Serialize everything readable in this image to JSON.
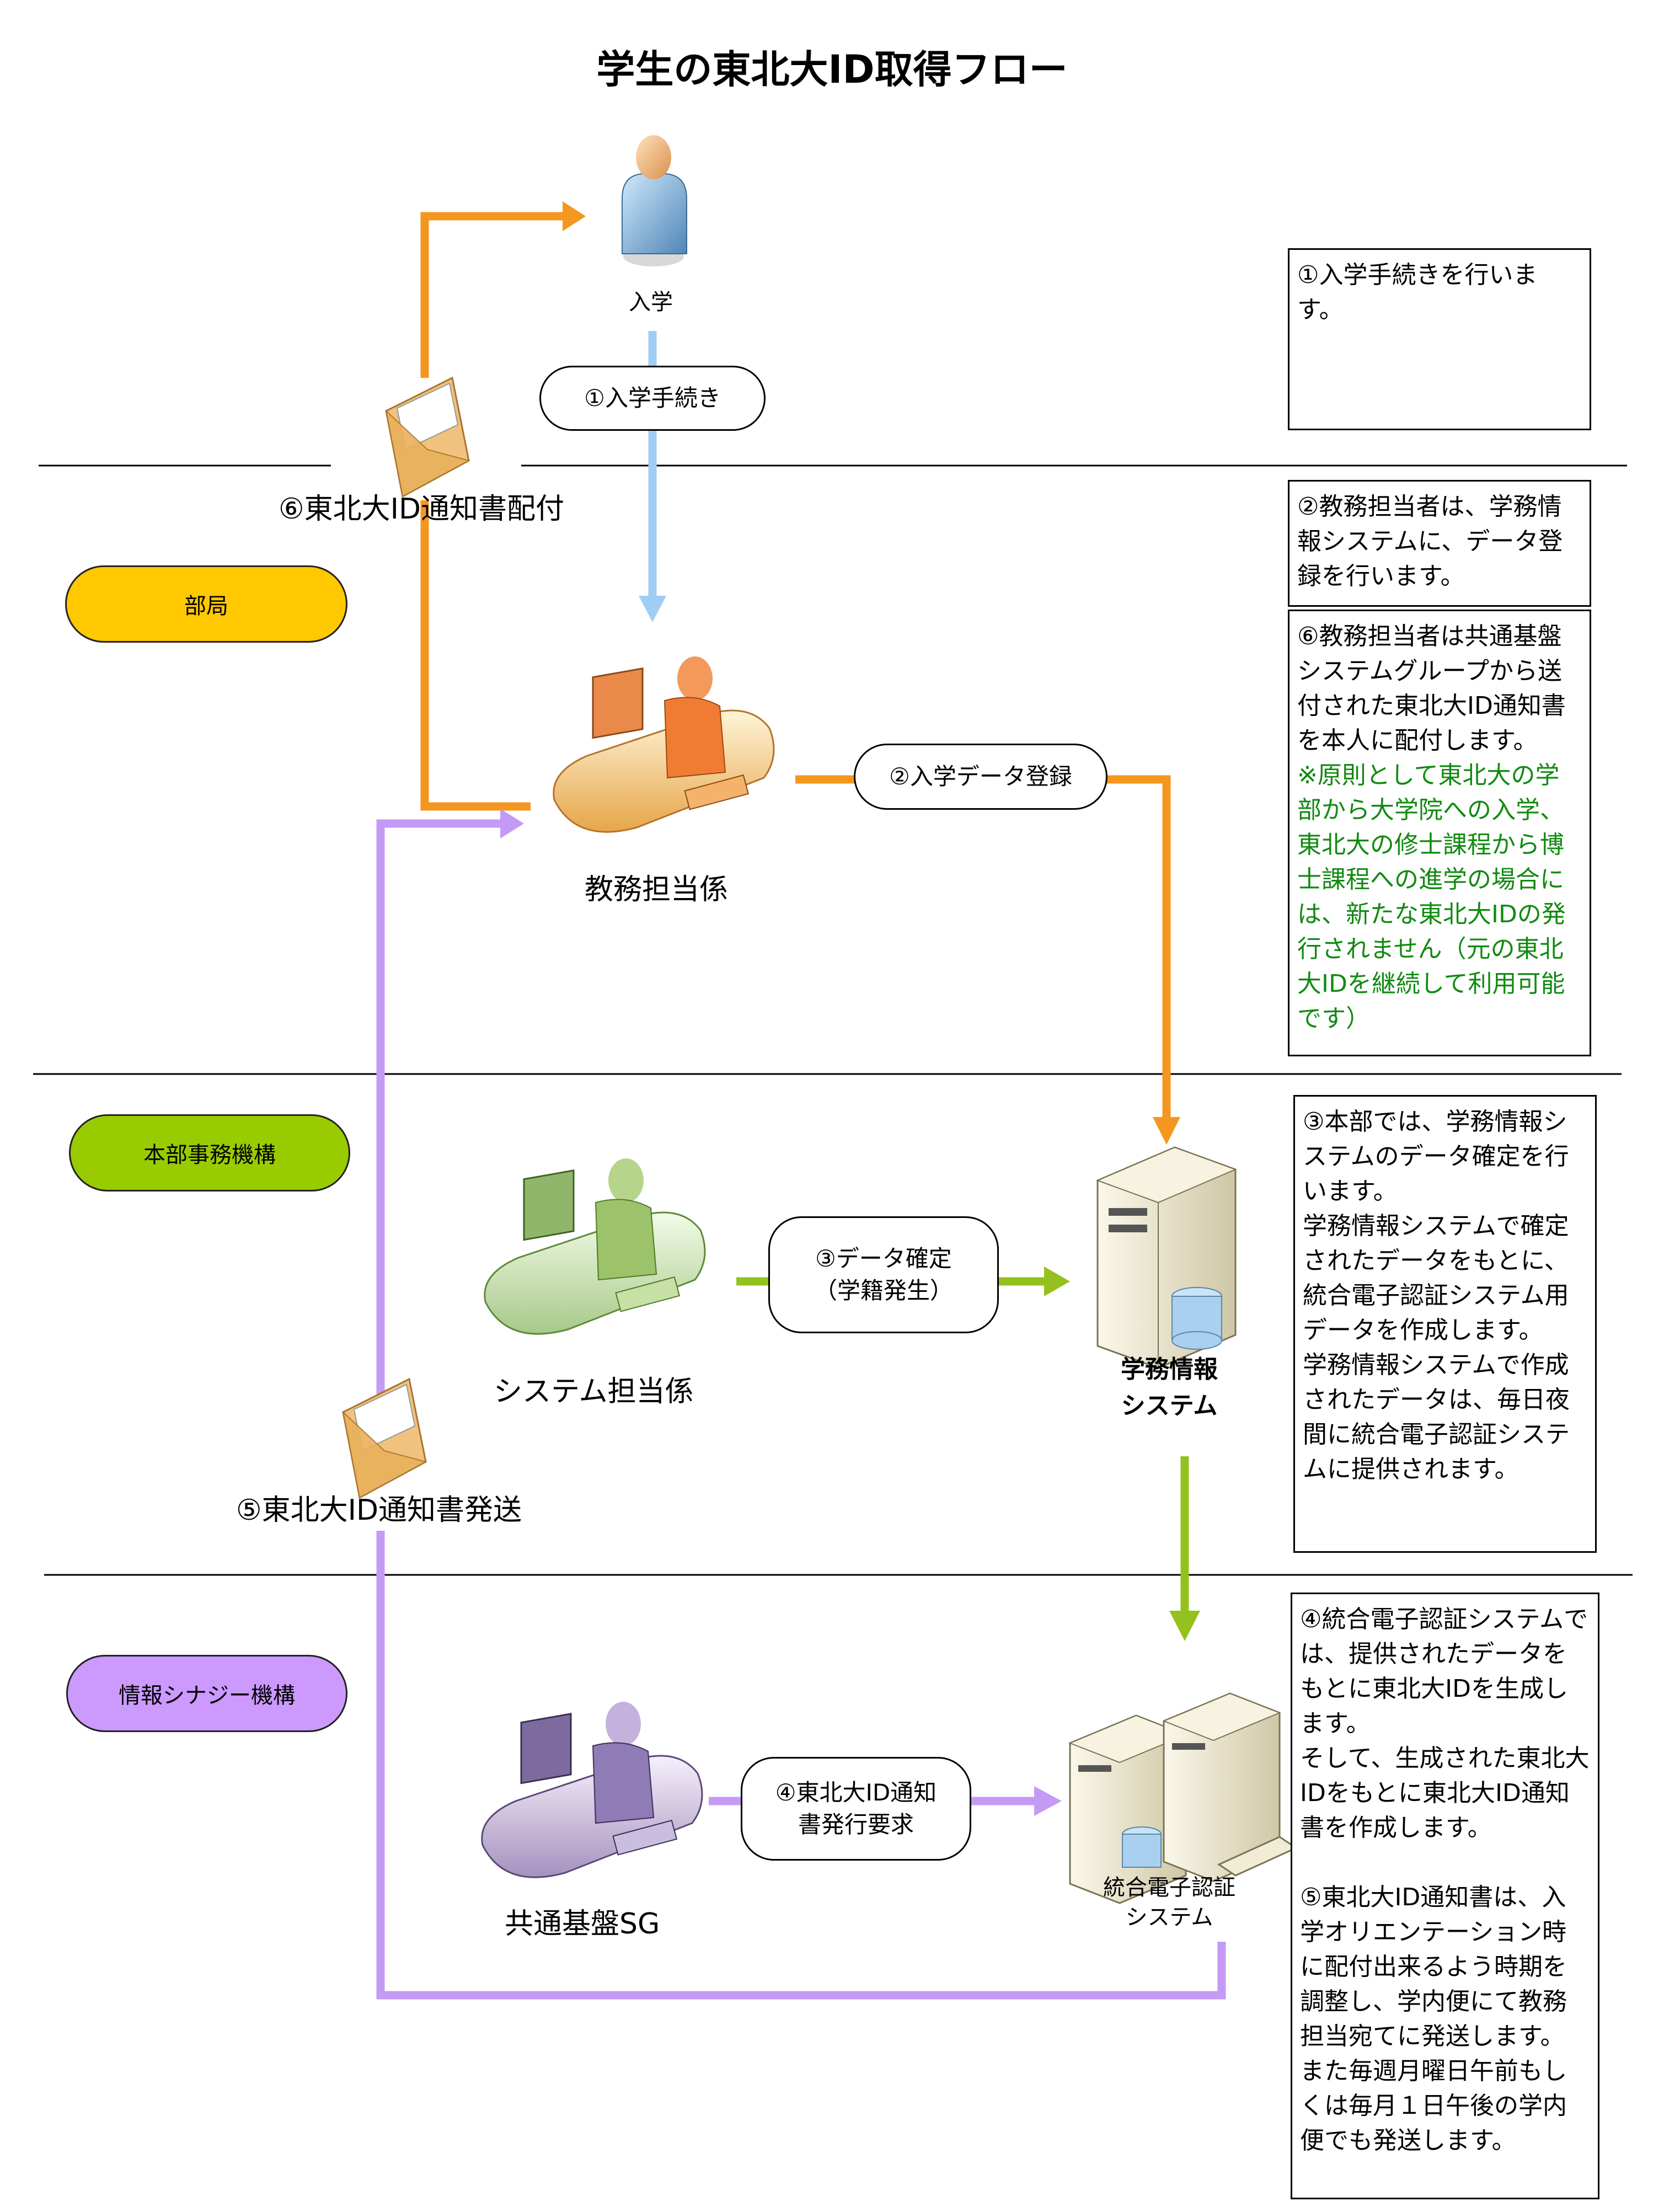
{
  "title": "学生の東北大ID取得フロー",
  "colors": {
    "orange": "#f5961e",
    "light_blue": "#9fcdf3",
    "green": "#95c11f",
    "purple": "#c59af5",
    "dept_bukyoku": "#ffc800",
    "dept_honbu": "#99cc00",
    "dept_synergy": "#cc99ff",
    "note_green": "#118a11"
  },
  "departments": {
    "bukyoku": "部局",
    "honbu": "本部事務機構",
    "synergy": "情報シナジー機構"
  },
  "actors": {
    "student": "入学",
    "kyomu": "教務担当係",
    "system_staff": "システム担当係",
    "kyotsu": "共通基盤SG",
    "gakumu_system": "学務情報\nシステム",
    "auth_system": "統合電子認証\nシステム"
  },
  "steps": {
    "step1": "①入学手続き",
    "step2": "②入学データ登録",
    "step3": "③データ確定\n（学籍発生）",
    "step4": "④東北大ID通知\n書発行要求",
    "step5": "⑤東北大ID通知書発送",
    "step6": "⑥東北大ID通知書配付"
  },
  "notes": {
    "note1": "①入学手続きを行います。",
    "note2": "②教務担当者は、学務情報システムに、データ登録を行います。",
    "note6": "⑥教務担当者は共通基盤システムグループから送付された東北大ID通知書を本人に配付します。",
    "note6_green": "※原則として東北大の学部から大学院への入学、東北大の修士課程から博士課程への進学の場合には、新たな東北大IDの発行されません（元の東北大IDを継続して利用可能です）",
    "note3": "③本部では、学務情報システムのデータ確定を行います。\n学務情報システムで確定されたデータをもとに、統合電子認証システム用データを作成します。\n学務情報システムで作成されたデータは、毎日夜間に統合電子認証システムに提供されます。",
    "note4": "④統合電子認証システムでは、提供されたデータをもとに東北大IDを生成します。\nそして、生成された東北大IDをもとに東北大ID通知書を作成します。",
    "note5": "⑤東北大ID通知書は、入学オリエンテーション時に配付出来るよう時期を調整し、学内便にて教務担当宛てに発送します。\nまた毎週月曜日午前もしくは毎月１日午後の学内便でも発送します。"
  }
}
